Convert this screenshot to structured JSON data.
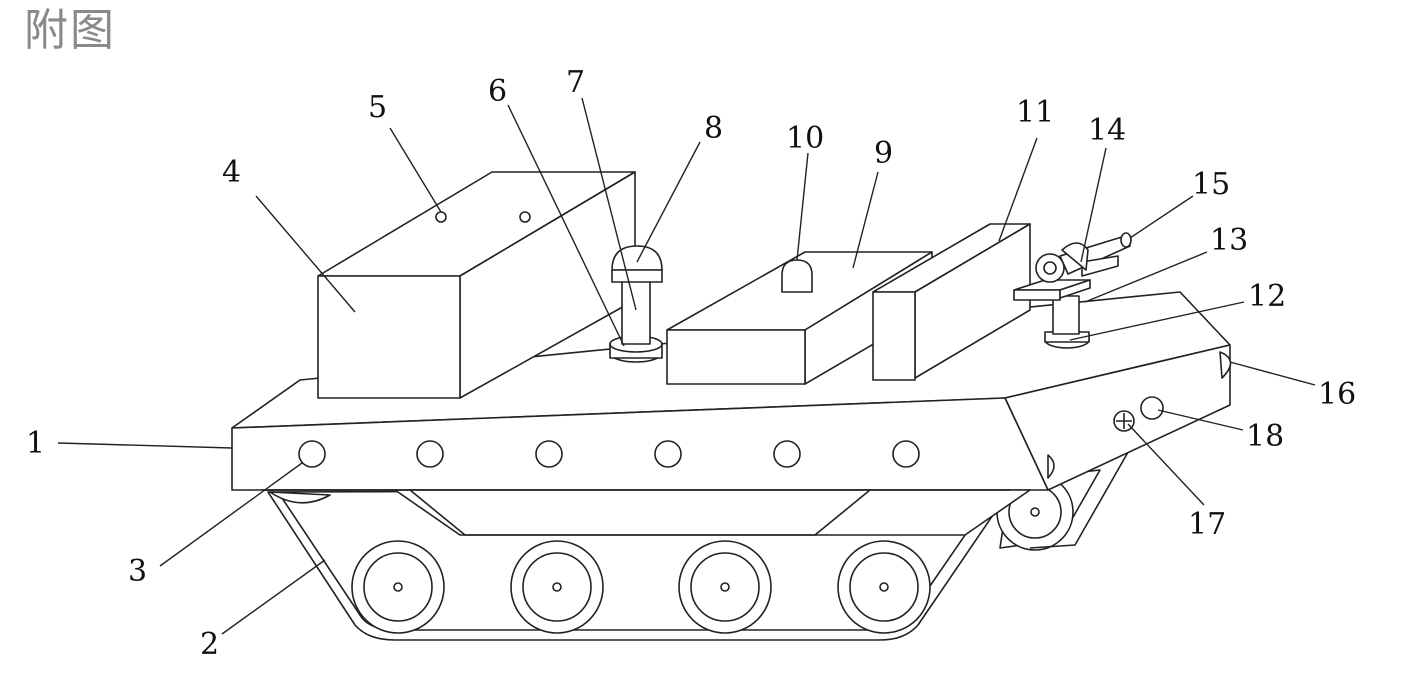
{
  "heading": "附图",
  "labels": [
    "1",
    "2",
    "3",
    "4",
    "5",
    "6",
    "7",
    "8",
    "9",
    "10",
    "11",
    "12",
    "13",
    "14",
    "15",
    "16",
    "17",
    "18"
  ]
}
